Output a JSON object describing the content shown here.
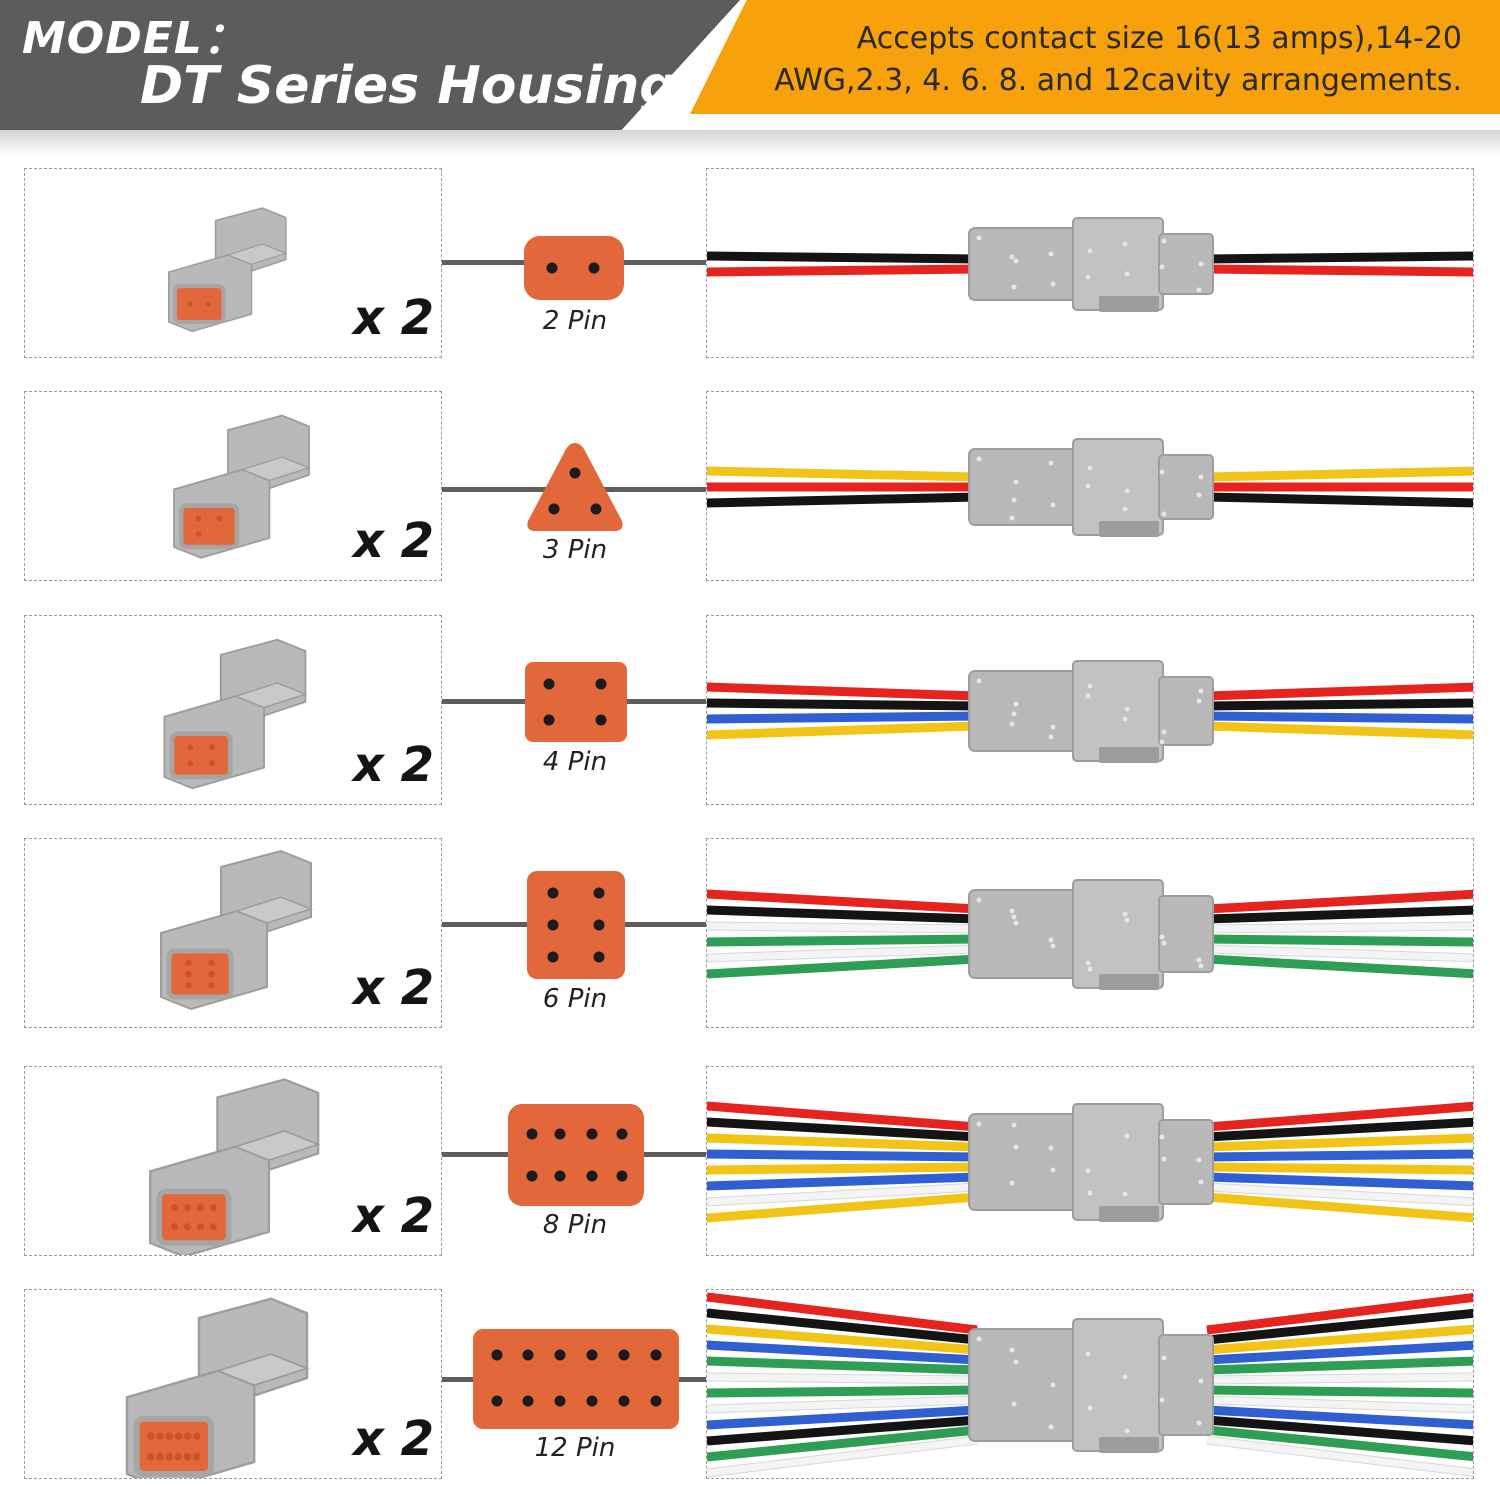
{
  "header": {
    "model_label": "MODEL：",
    "model_name": "DT Series Housing",
    "spec_line1": "Accepts contact size 16(13 amps),14-20",
    "spec_line2": "AWG,2.3, 4. 6. 8. and 12cavity arrangements.",
    "colors": {
      "dark": "#5c5c5c",
      "accent": "#f7a10c"
    }
  },
  "colors": {
    "housing": "#b9b9b9",
    "housing_dark": "#9d9d9d",
    "pin_face": "#e2673a",
    "dot": "#1b1b1b"
  },
  "rows": [
    {
      "quantity": "x 2",
      "pin_label": "2 Pin",
      "pins": 2,
      "wires": [
        "#141414",
        "#e52420"
      ]
    },
    {
      "quantity": "x 2",
      "pin_label": "3 Pin",
      "pins": 3,
      "wires": [
        "#f2c418",
        "#e52420",
        "#141414"
      ]
    },
    {
      "quantity": "x 2",
      "pin_label": "4 Pin",
      "pins": 4,
      "wires": [
        "#e52420",
        "#141414",
        "#2f5fd0",
        "#f2c418"
      ]
    },
    {
      "quantity": "x 2",
      "pin_label": "6 Pin",
      "pins": 6,
      "wires": [
        "#e52420",
        "#141414",
        "#f4f4f4",
        "#2e9e55",
        "#f4f4f4",
        "#2e9e55"
      ]
    },
    {
      "quantity": "x 2",
      "pin_label": "8 Pin",
      "pins": 8,
      "wires": [
        "#e52420",
        "#141414",
        "#f2c418",
        "#2f5fd0",
        "#f2c418",
        "#2f5fd0",
        "#f4f4f4",
        "#f2c418"
      ]
    },
    {
      "quantity": "x 2",
      "pin_label": "12 Pin",
      "pins": 12,
      "wires": [
        "#e52420",
        "#141414",
        "#f2c418",
        "#2f5fd0",
        "#2e9e55",
        "#f4f4f4",
        "#2e9e55",
        "#f4f4f4",
        "#2f5fd0",
        "#141414",
        "#2e9e55",
        "#f4f4f4"
      ]
    }
  ]
}
